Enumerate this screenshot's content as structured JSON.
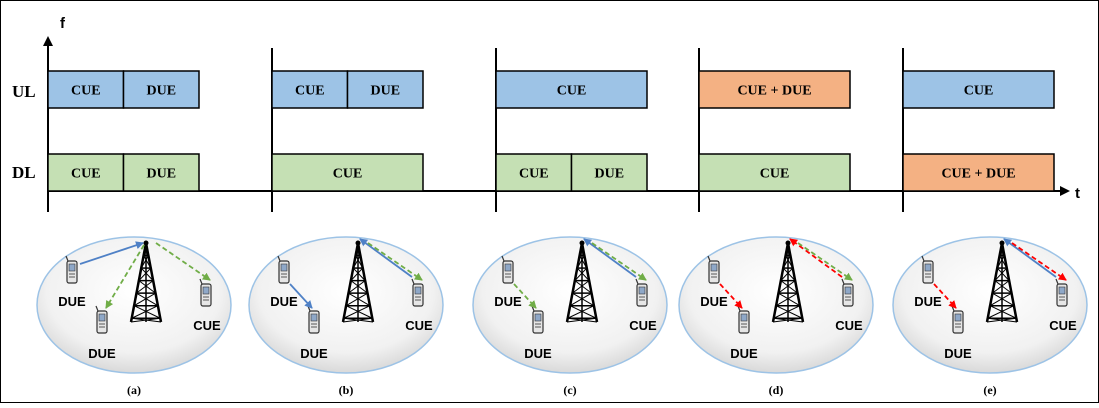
{
  "axes": {
    "f": "f",
    "t": "t"
  },
  "rows": {
    "ul": "UL",
    "dl": "DL"
  },
  "colors": {
    "blue": "#9dc3e6",
    "green": "#c5e0b4",
    "orange": "#f4b183",
    "ellipse_edge": "#9dc3e6",
    "arrow_blue": "#4f81c6",
    "arrow_green": "#70ad47",
    "arrow_red": "#ff0000"
  },
  "panels": [
    {
      "caption": "(a)",
      "ul": [
        {
          "label": "CUE",
          "color": "blue"
        },
        {
          "label": "DUE",
          "color": "blue"
        }
      ],
      "dl": [
        {
          "label": "CUE",
          "color": "green"
        },
        {
          "label": "DUE",
          "color": "green"
        }
      ],
      "device_labels": {
        "due_left": "DUE",
        "due_bottom": "DUE",
        "cue": "CUE"
      }
    },
    {
      "caption": "(b)",
      "ul": [
        {
          "label": "CUE",
          "color": "blue"
        },
        {
          "label": "DUE",
          "color": "blue"
        }
      ],
      "dl": [
        {
          "label": "CUE",
          "color": "green"
        }
      ],
      "device_labels": {
        "due_left": "DUE",
        "due_bottom": "DUE",
        "cue": "CUE"
      }
    },
    {
      "caption": "(c)",
      "ul": [
        {
          "label": "CUE",
          "color": "blue"
        }
      ],
      "dl": [
        {
          "label": "CUE",
          "color": "green"
        },
        {
          "label": "DUE",
          "color": "green"
        }
      ],
      "device_labels": {
        "due_left": "DUE",
        "due_bottom": "DUE",
        "cue": "CUE"
      }
    },
    {
      "caption": "(d)",
      "ul": [
        {
          "label": "CUE + DUE",
          "color": "orange"
        }
      ],
      "dl": [
        {
          "label": "CUE",
          "color": "green"
        }
      ],
      "device_labels": {
        "due_left": "DUE",
        "due_bottom": "DUE",
        "cue": "CUE"
      }
    },
    {
      "caption": "(e)",
      "ul": [
        {
          "label": "CUE",
          "color": "blue"
        }
      ],
      "dl": [
        {
          "label": "CUE + DUE",
          "color": "orange"
        }
      ],
      "device_labels": {
        "due_left": "DUE",
        "due_bottom": "DUE",
        "cue": "CUE"
      }
    }
  ]
}
